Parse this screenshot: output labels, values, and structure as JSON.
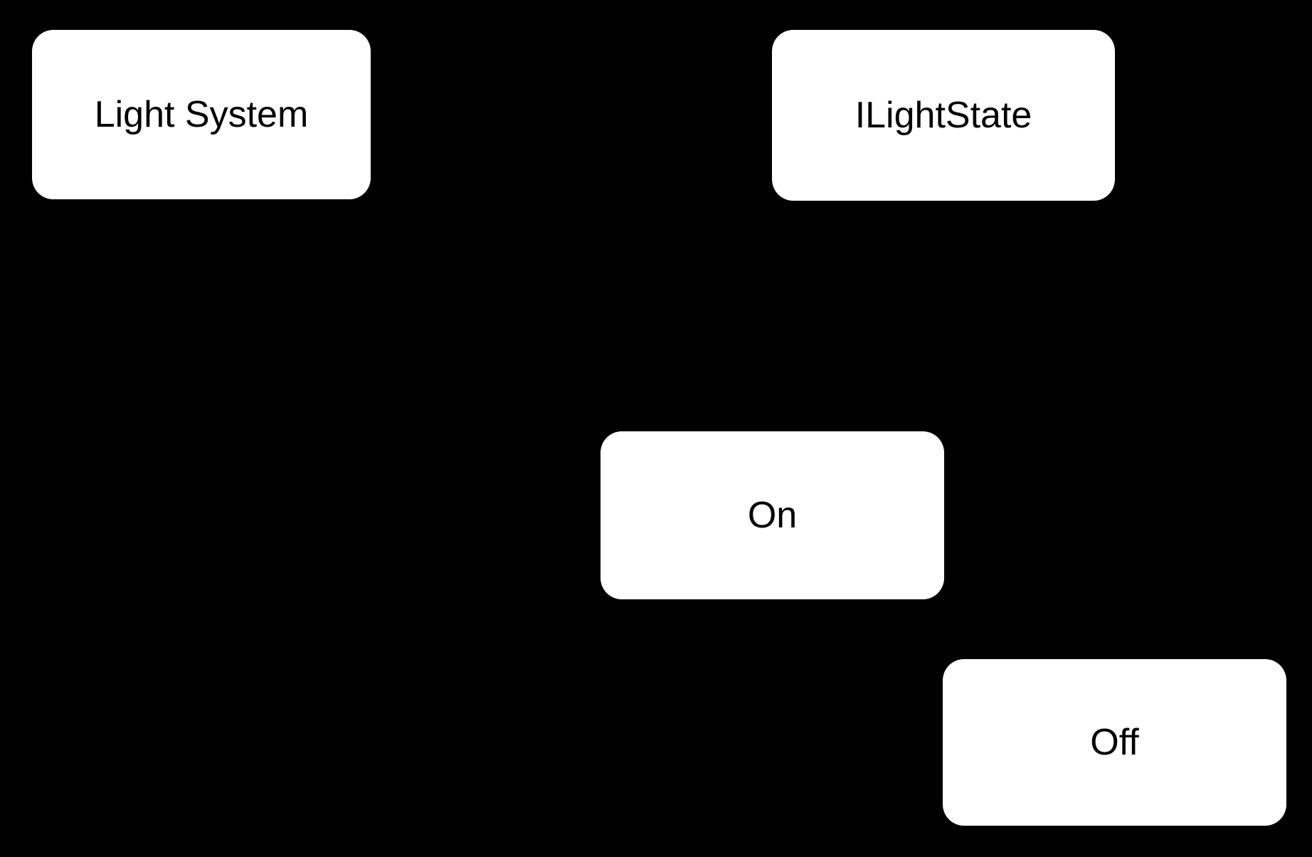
{
  "diagram": {
    "background_color": "#000000",
    "node_fill_color": "#ffffff",
    "node_text_color": "#000000",
    "nodes": [
      {
        "id": "light-system",
        "label": "Light System"
      },
      {
        "id": "ilightstate",
        "label": "ILightState"
      },
      {
        "id": "on",
        "label": "On"
      },
      {
        "id": "off",
        "label": "Off"
      }
    ]
  }
}
